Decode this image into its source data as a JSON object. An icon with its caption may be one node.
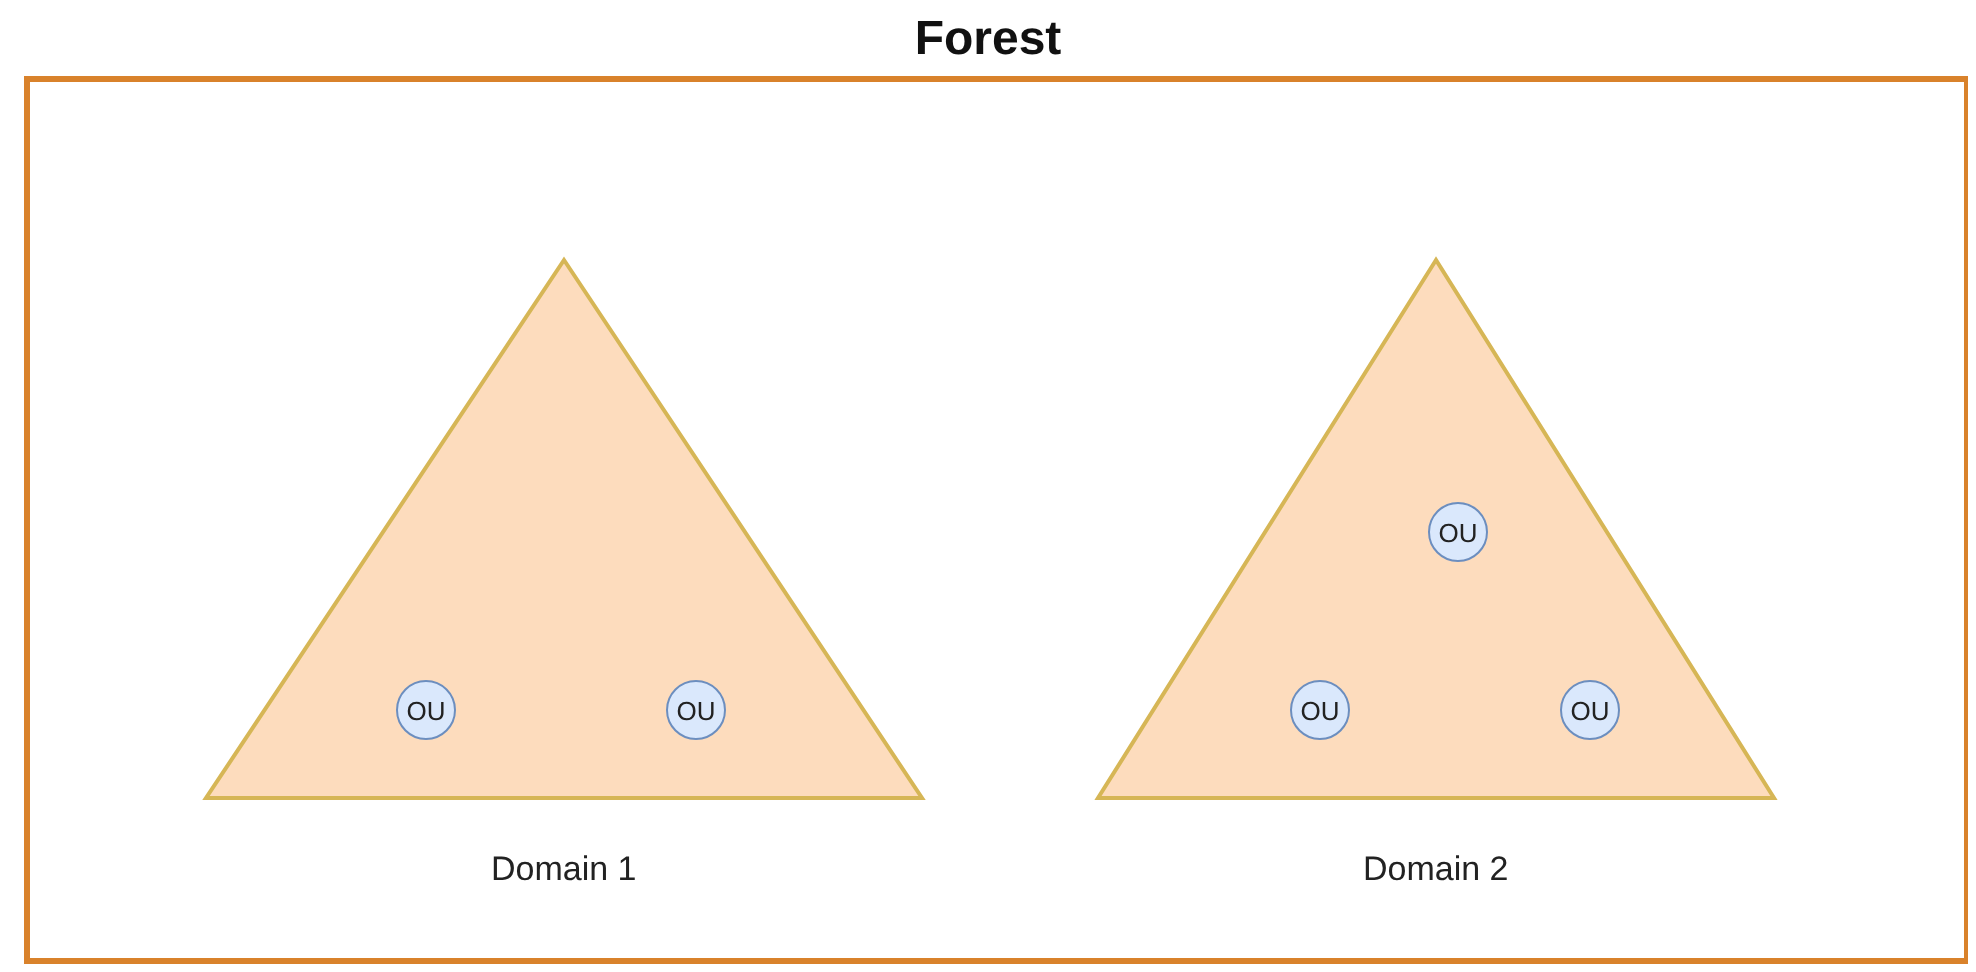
{
  "diagram": {
    "nodes": [
      {
        "text": [
          "Forest"
        ]
      },
      {
        "text": [
          "Domain 1"
        ],
        "in": 0
      },
      {
        "text": [
          "OU"
        ],
        "in": 1
      },
      {
        "text": [
          "OU"
        ],
        "in": 1
      },
      {
        "text": [
          "Domain 2"
        ],
        "in": 0
      },
      {
        "text": [
          "OU"
        ],
        "in": 4
      },
      {
        "text": [
          "OU"
        ],
        "in": 4
      },
      {
        "text": [
          "OU"
        ],
        "in": 4
      }
    ],
    "edges": []
  }
}
